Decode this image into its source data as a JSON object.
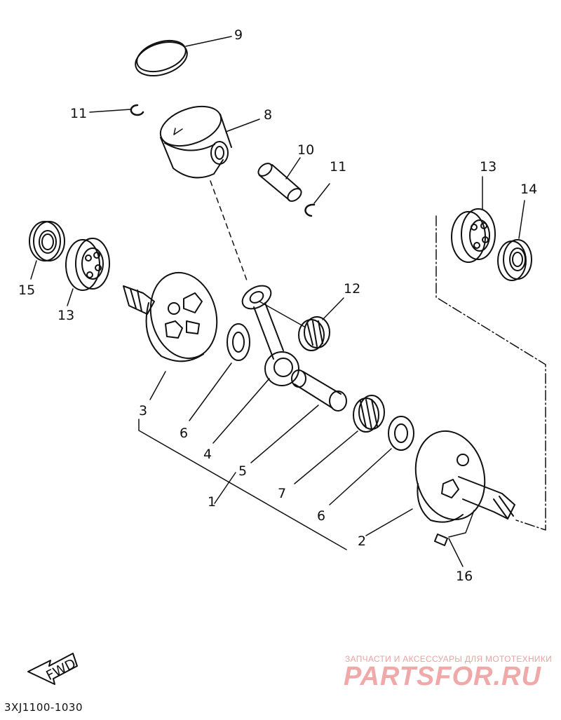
{
  "callouts": {
    "c1": "1",
    "c2": "2",
    "c3": "3",
    "c4": "4",
    "c5": "5",
    "c6a": "6",
    "c6b": "6",
    "c7": "7",
    "c8": "8",
    "c9": "9",
    "c10": "10",
    "c11a": "11",
    "c11b": "11",
    "c12": "12",
    "c13a": "13",
    "c13b": "13",
    "c14": "14",
    "c15": "15",
    "c16": "16"
  },
  "fwd_label": "FWD",
  "diagram_code": "3XJ1100-1030",
  "watermark": {
    "tagline": "ЗАПЧАСТИ И АКСЕССУАРЫ ДЛЯ МОТОТЕХНИКИ",
    "brand_part1": "PARTS",
    "brand_part2": "FOR.RU"
  },
  "colors": {
    "ink": "#111111",
    "watermark": "#f0a9a9"
  }
}
